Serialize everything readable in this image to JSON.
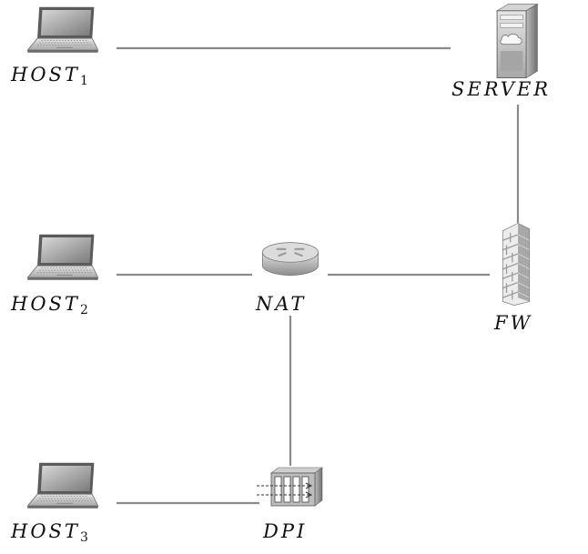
{
  "nodes": {
    "host1": {
      "name": "HOST",
      "sub": "1",
      "icon": "laptop-icon"
    },
    "host2": {
      "name": "HOST",
      "sub": "2",
      "icon": "laptop-icon"
    },
    "host3": {
      "name": "HOST",
      "sub": "3",
      "icon": "laptop-icon"
    },
    "server": {
      "name": "SERVER",
      "icon": "server-icon"
    },
    "nat": {
      "name": "NAT",
      "icon": "router-icon"
    },
    "fw": {
      "name": "FW",
      "icon": "firewall-icon"
    },
    "dpi": {
      "name": "DPI",
      "icon": "dpi-appliance-icon"
    }
  },
  "links": [
    {
      "from": "HOST1",
      "to": "SERVER"
    },
    {
      "from": "SERVER",
      "to": "FW"
    },
    {
      "from": "HOST2",
      "to": "NAT"
    },
    {
      "from": "NAT",
      "to": "FW"
    },
    {
      "from": "NAT",
      "to": "DPI"
    },
    {
      "from": "HOST3",
      "to": "DPI"
    }
  ],
  "colors": {
    "link": "#8a8a8a",
    "device": "#9a9a9a",
    "text": "#111111"
  }
}
